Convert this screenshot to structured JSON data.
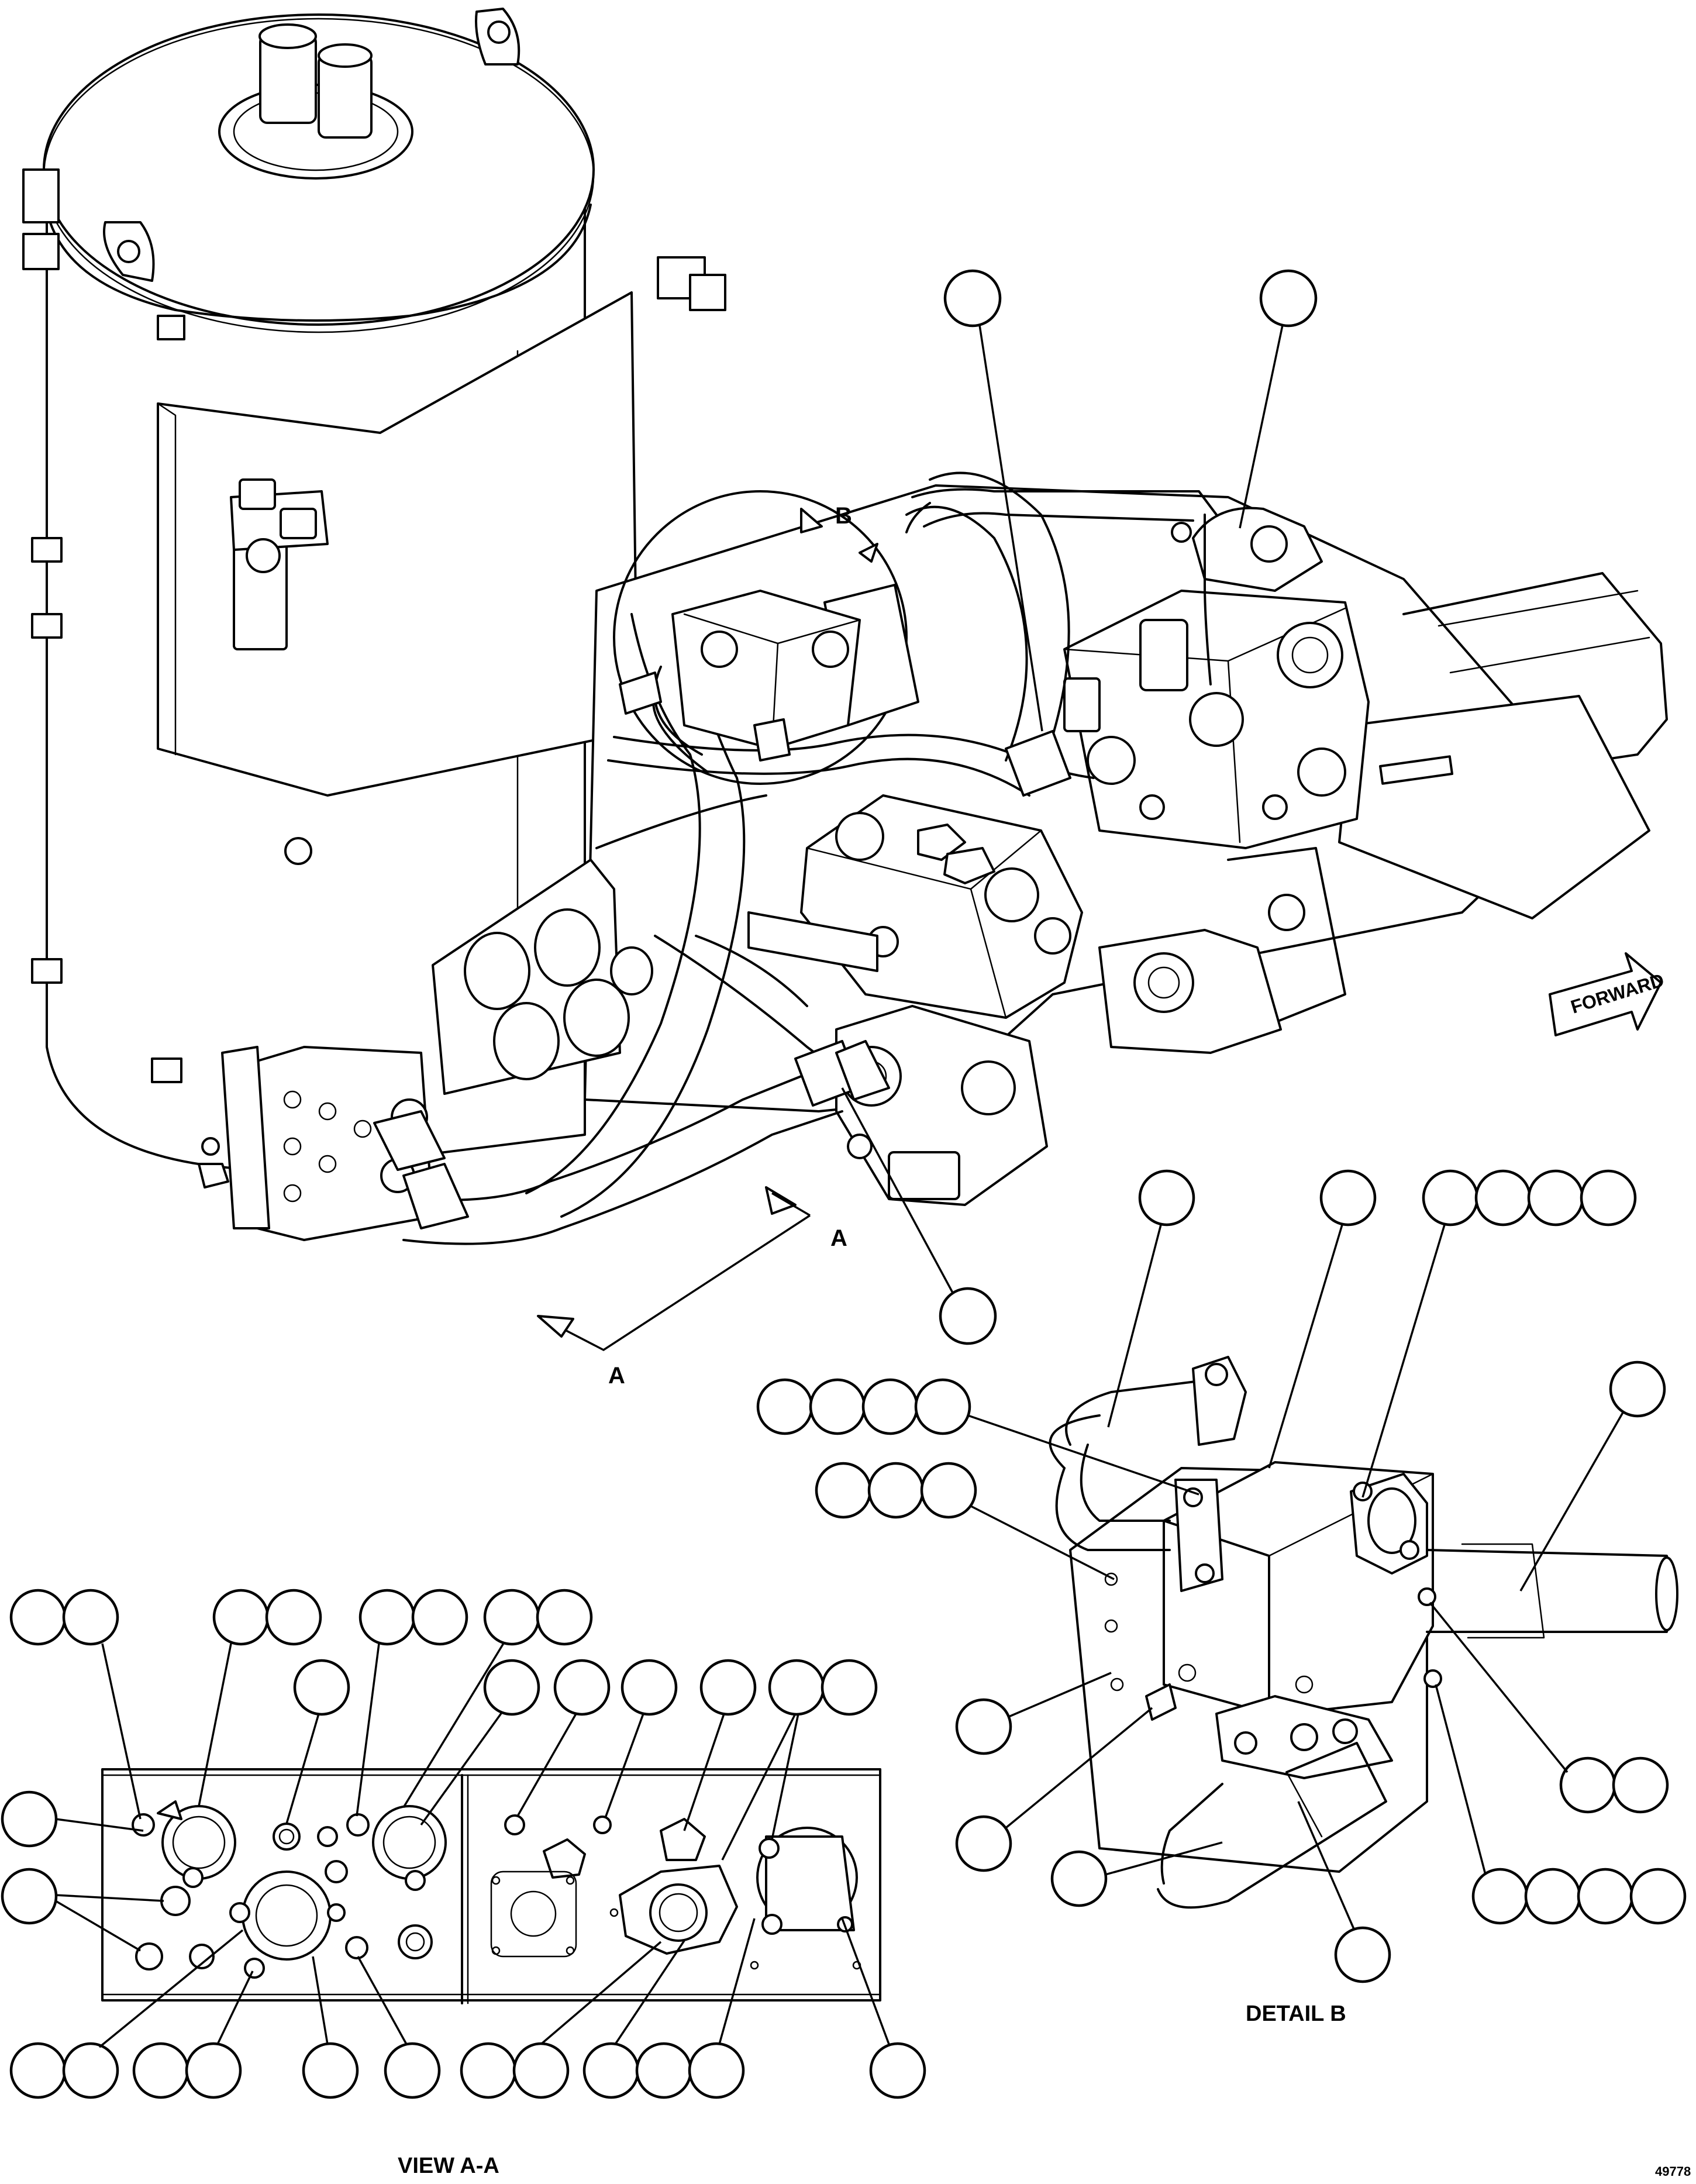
{
  "labels": {
    "section_arrow_top": "A",
    "section_arrow_bottom": "A",
    "detail_marker": "B",
    "forward_sign": "FORWARD",
    "detail_b_caption": "DETAIL B",
    "view_aa_caption": "VIEW A-A",
    "drawing_number": "49778"
  },
  "colors": {
    "ink": "#000000",
    "paper": "#ffffff"
  },
  "icons": {
    "forward_arrow": "forward-arrow-icon",
    "section_cut_arrow": "section-arrow-icon",
    "detail_circle": "detail-circle-icon"
  }
}
